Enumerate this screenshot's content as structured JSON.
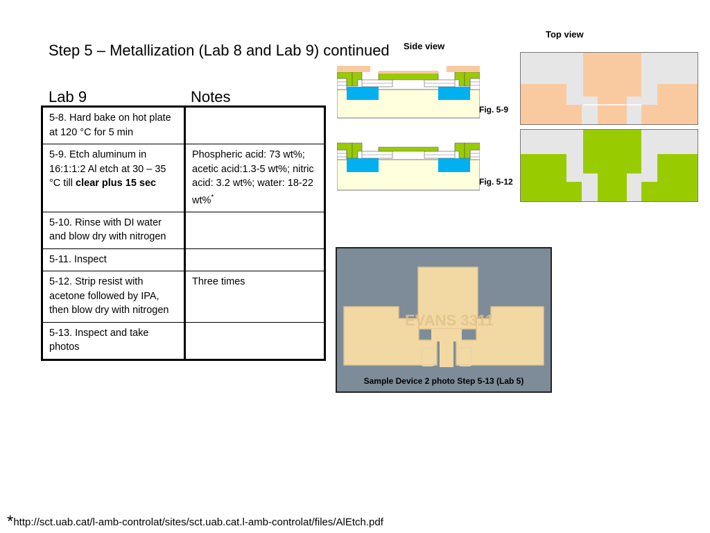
{
  "title": "Step 5 – Metallization (Lab 8 and Lab 9) continued",
  "columns": {
    "lab": "Lab 9",
    "notes": "Notes"
  },
  "rows": [
    {
      "step": "5-8. Hard bake on hot plate at 120 °C for 5 min",
      "note": ""
    },
    {
      "step_prefix": "5-9. Etch aluminum in 16:1:1:2 Al etch at 30 – 35 °C till ",
      "step_bold": "clear plus 15 sec",
      "note": "Phospheric acid: 73 wt%; acetic acid:1.3-5 wt%; nitric acid: 3.2 wt%; water: 18-22 wt%",
      "note_mark": "*"
    },
    {
      "step": "5-10. Rinse with DI water and blow dry with nitrogen",
      "note": ""
    },
    {
      "step": "5-11. Inspect",
      "note": ""
    },
    {
      "step": "5-12. Strip resist with acetone followed by IPA, then blow dry with nitrogen",
      "note": "Three times"
    },
    {
      "step": "5-13.  Inspect and take photos",
      "note": ""
    }
  ],
  "figures": {
    "side_view_label": "Side view",
    "top_view_label": "Top view",
    "fig_a": "Fig. 5-9",
    "fig_b": "Fig. 5-12"
  },
  "photo": {
    "engraving": "EVANS 3311",
    "caption": "Sample Device 2 photo Step 5-13 (Lab 5)"
  },
  "footnote": {
    "mark": "*",
    "url": "http://sct.uab.cat/l-amb-controlat/sites/sct.uab.cat.l-amb-controlat/files/AlEtch.pdf"
  },
  "colors": {
    "resist": "#f9caa0",
    "aluminum_etched": "#99cc00",
    "implant": "#00b0f0",
    "substrate": "#ffffdd",
    "oxide_gray": "#e6e6e6",
    "photo_bg": "#7e8c99",
    "photo_pad": "#f2d9a4"
  }
}
